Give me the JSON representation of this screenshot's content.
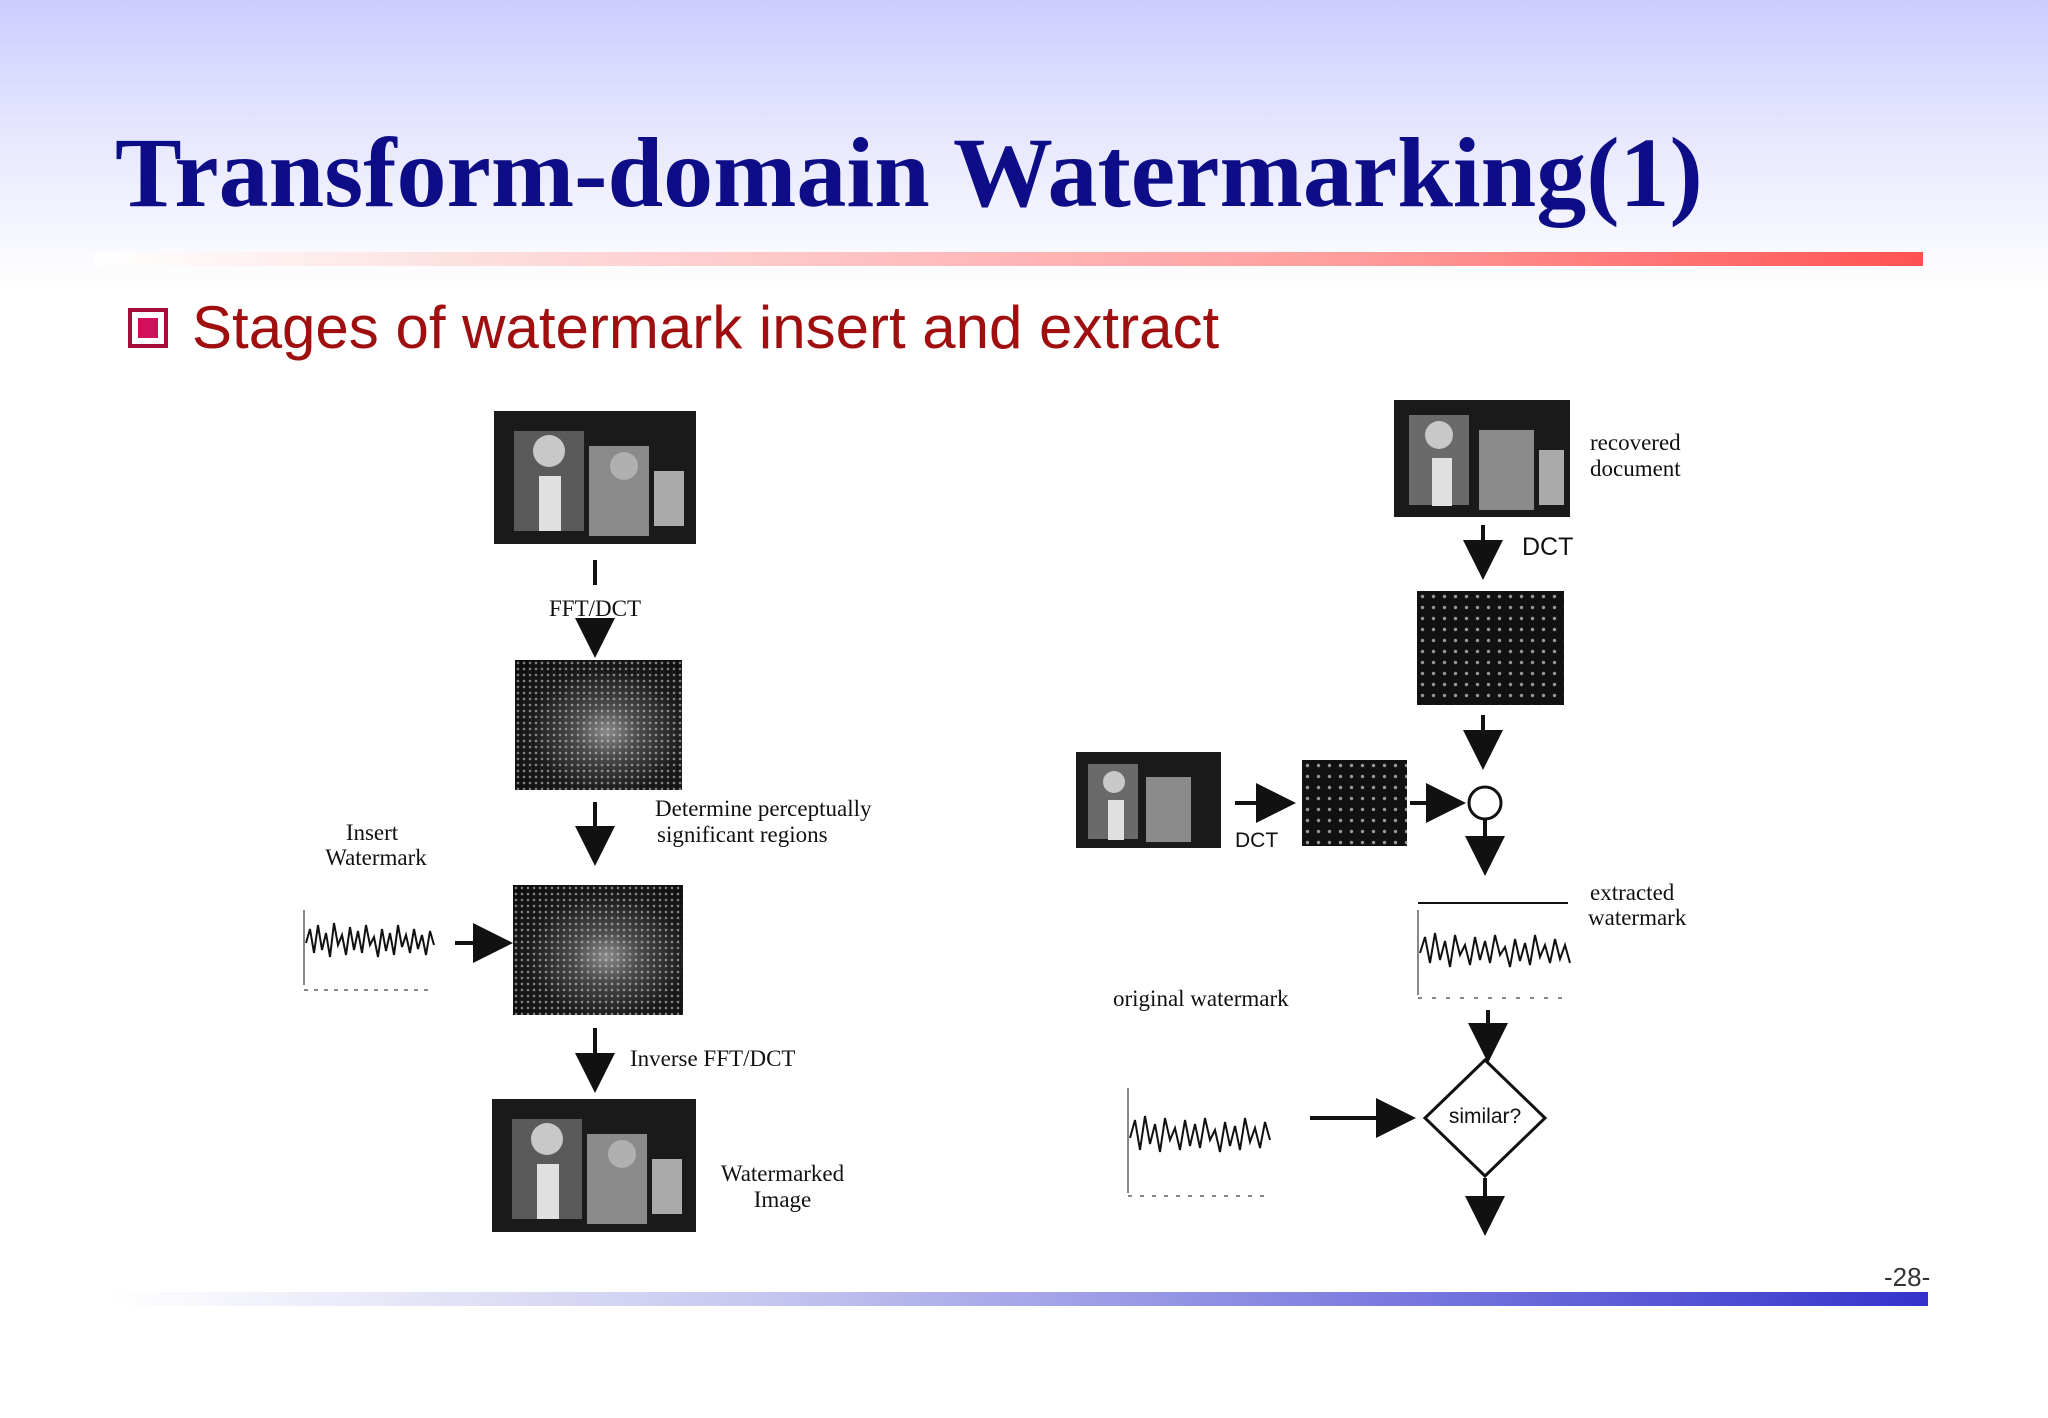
{
  "slide": {
    "title": "Transform-domain Watermarking(1)",
    "bullet": "Stages of watermark insert and extract",
    "page_number": "-28-"
  },
  "insert_diagram": {
    "label_fft_dct": "FFT/DCT",
    "label_determine_line1": "Determine perceptually",
    "label_determine_line2": "significant regions",
    "label_insert_line1": "Insert",
    "label_insert_line2": "Watermark",
    "label_inverse": "Inverse FFT/DCT",
    "label_watermarked_line1": "Watermarked",
    "label_watermarked_line2": "Image"
  },
  "extract_diagram": {
    "label_recovered_line1": "recovered",
    "label_recovered_line2": "document",
    "label_dct_top": "DCT",
    "label_dct_left": "DCT",
    "label_extracted_line1": "extracted",
    "label_extracted_line2": "watermark",
    "label_original": "original watermark",
    "label_similar": "similar?"
  },
  "colors": {
    "title": "#0d0d87",
    "bullet_text": "#a00f10",
    "bullet_marker": "#d0105a",
    "top_rule_end": "#ff5252",
    "bottom_rule_end": "#3333cc"
  }
}
